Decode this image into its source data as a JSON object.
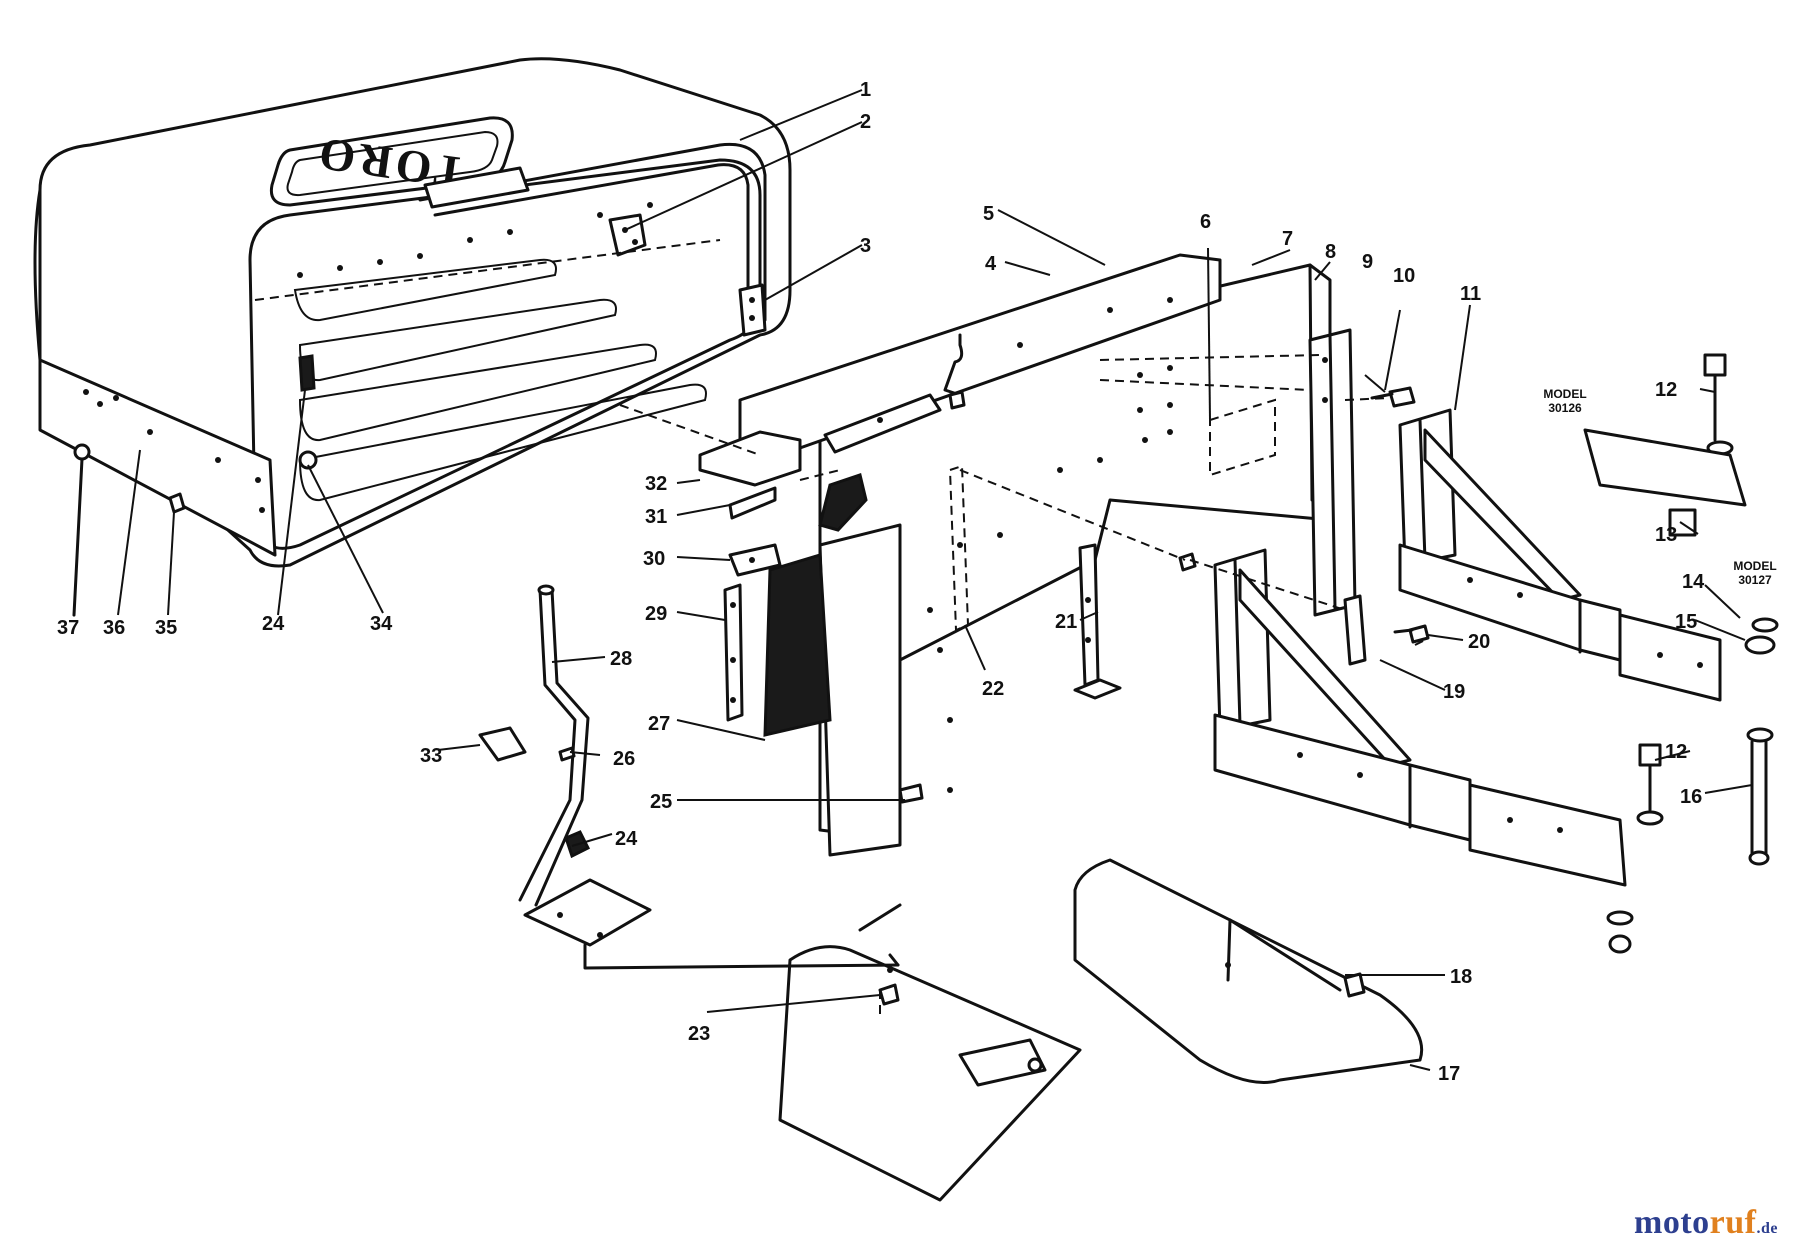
{
  "diagram": {
    "brand_logo": "TORO",
    "callouts": [
      {
        "id": "1",
        "label": "1"
      },
      {
        "id": "2",
        "label": "2"
      },
      {
        "id": "3",
        "label": "3"
      },
      {
        "id": "4",
        "label": "4"
      },
      {
        "id": "5",
        "label": "5"
      },
      {
        "id": "6",
        "label": "6"
      },
      {
        "id": "7",
        "label": "7"
      },
      {
        "id": "8",
        "label": "8"
      },
      {
        "id": "9",
        "label": "9"
      },
      {
        "id": "10",
        "label": "10"
      },
      {
        "id": "11",
        "label": "11"
      },
      {
        "id": "12a",
        "label": "12"
      },
      {
        "id": "12b",
        "label": "12"
      },
      {
        "id": "13",
        "label": "13"
      },
      {
        "id": "14",
        "label": "14"
      },
      {
        "id": "15",
        "label": "15"
      },
      {
        "id": "16",
        "label": "16"
      },
      {
        "id": "17",
        "label": "17"
      },
      {
        "id": "18",
        "label": "18"
      },
      {
        "id": "19",
        "label": "19"
      },
      {
        "id": "20",
        "label": "20"
      },
      {
        "id": "21",
        "label": "21"
      },
      {
        "id": "22",
        "label": "22"
      },
      {
        "id": "23",
        "label": "23"
      },
      {
        "id": "24a",
        "label": "24"
      },
      {
        "id": "24b",
        "label": "24"
      },
      {
        "id": "25",
        "label": "25"
      },
      {
        "id": "26",
        "label": "26"
      },
      {
        "id": "27",
        "label": "27"
      },
      {
        "id": "28",
        "label": "28"
      },
      {
        "id": "29",
        "label": "29"
      },
      {
        "id": "30",
        "label": "30"
      },
      {
        "id": "31",
        "label": "31"
      },
      {
        "id": "32",
        "label": "32"
      },
      {
        "id": "33",
        "label": "33"
      },
      {
        "id": "34",
        "label": "34"
      },
      {
        "id": "35",
        "label": "35"
      },
      {
        "id": "36",
        "label": "36"
      },
      {
        "id": "37",
        "label": "37"
      }
    ],
    "model_notes": [
      {
        "line1": "MODEL",
        "line2": "30126"
      },
      {
        "line1": "MODEL",
        "line2": "30127"
      }
    ]
  },
  "watermark": {
    "part1": "moto",
    "part2": "ruf",
    "suffix": ".de"
  }
}
